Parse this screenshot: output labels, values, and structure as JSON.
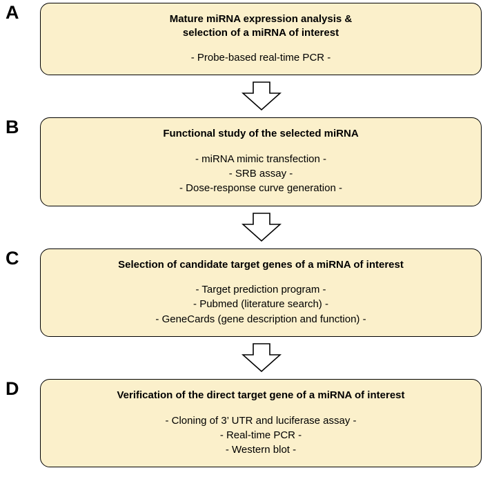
{
  "colors": {
    "box_fill": "#FBF0CB",
    "box_border": "#000000",
    "arrow_fill": "#FFFFFF",
    "arrow_border": "#000000",
    "background": "#FFFFFF"
  },
  "diagram": {
    "steps": [
      {
        "label": "A",
        "title": "Mature miRNA expression analysis &\nselection of a miRNA of interest",
        "items": [
          "- Probe-based real-time PCR -"
        ]
      },
      {
        "label": "B",
        "title": "Functional study of the selected miRNA",
        "items": [
          "- miRNA mimic transfection -",
          "- SRB assay -",
          "- Dose-response curve generation -"
        ]
      },
      {
        "label": "C",
        "title": "Selection of candidate target genes of a miRNA of interest",
        "items": [
          "- Target prediction program -",
          "- Pubmed (literature search) -",
          "- GeneCards (gene description and function) -"
        ]
      },
      {
        "label": "D",
        "title": "Verification of the direct target gene of a miRNA of interest",
        "items": [
          "- Cloning of 3’ UTR and luciferase assay -",
          "- Real-time PCR -",
          "- Western blot -"
        ]
      }
    ]
  }
}
